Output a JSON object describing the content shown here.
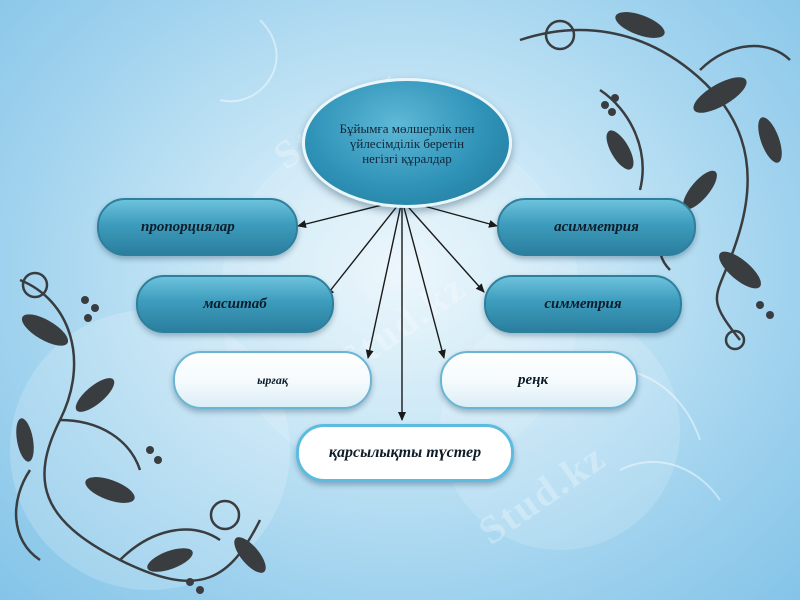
{
  "center": {
    "label": "Бұйымға мөлшерлік пен үйлесімділік беретін негізгі құралдар"
  },
  "nodes": {
    "proportions": "пропорциялар",
    "asymmetry": "асимметрия",
    "scale": "масштаб",
    "symmetry": "симметрия",
    "rhythm": "ырғақ",
    "color": "реңк",
    "contrast": "қарсылықты түстер"
  },
  "watermark": "Stud.kz",
  "colors": {
    "node_dark": "#3d9cbd",
    "node_light": "#f4fafd",
    "node_white_border": "#5bbbe0",
    "background": "#9fd2ee",
    "connector": "#1a1a1a",
    "vine": "#3a3d40"
  }
}
